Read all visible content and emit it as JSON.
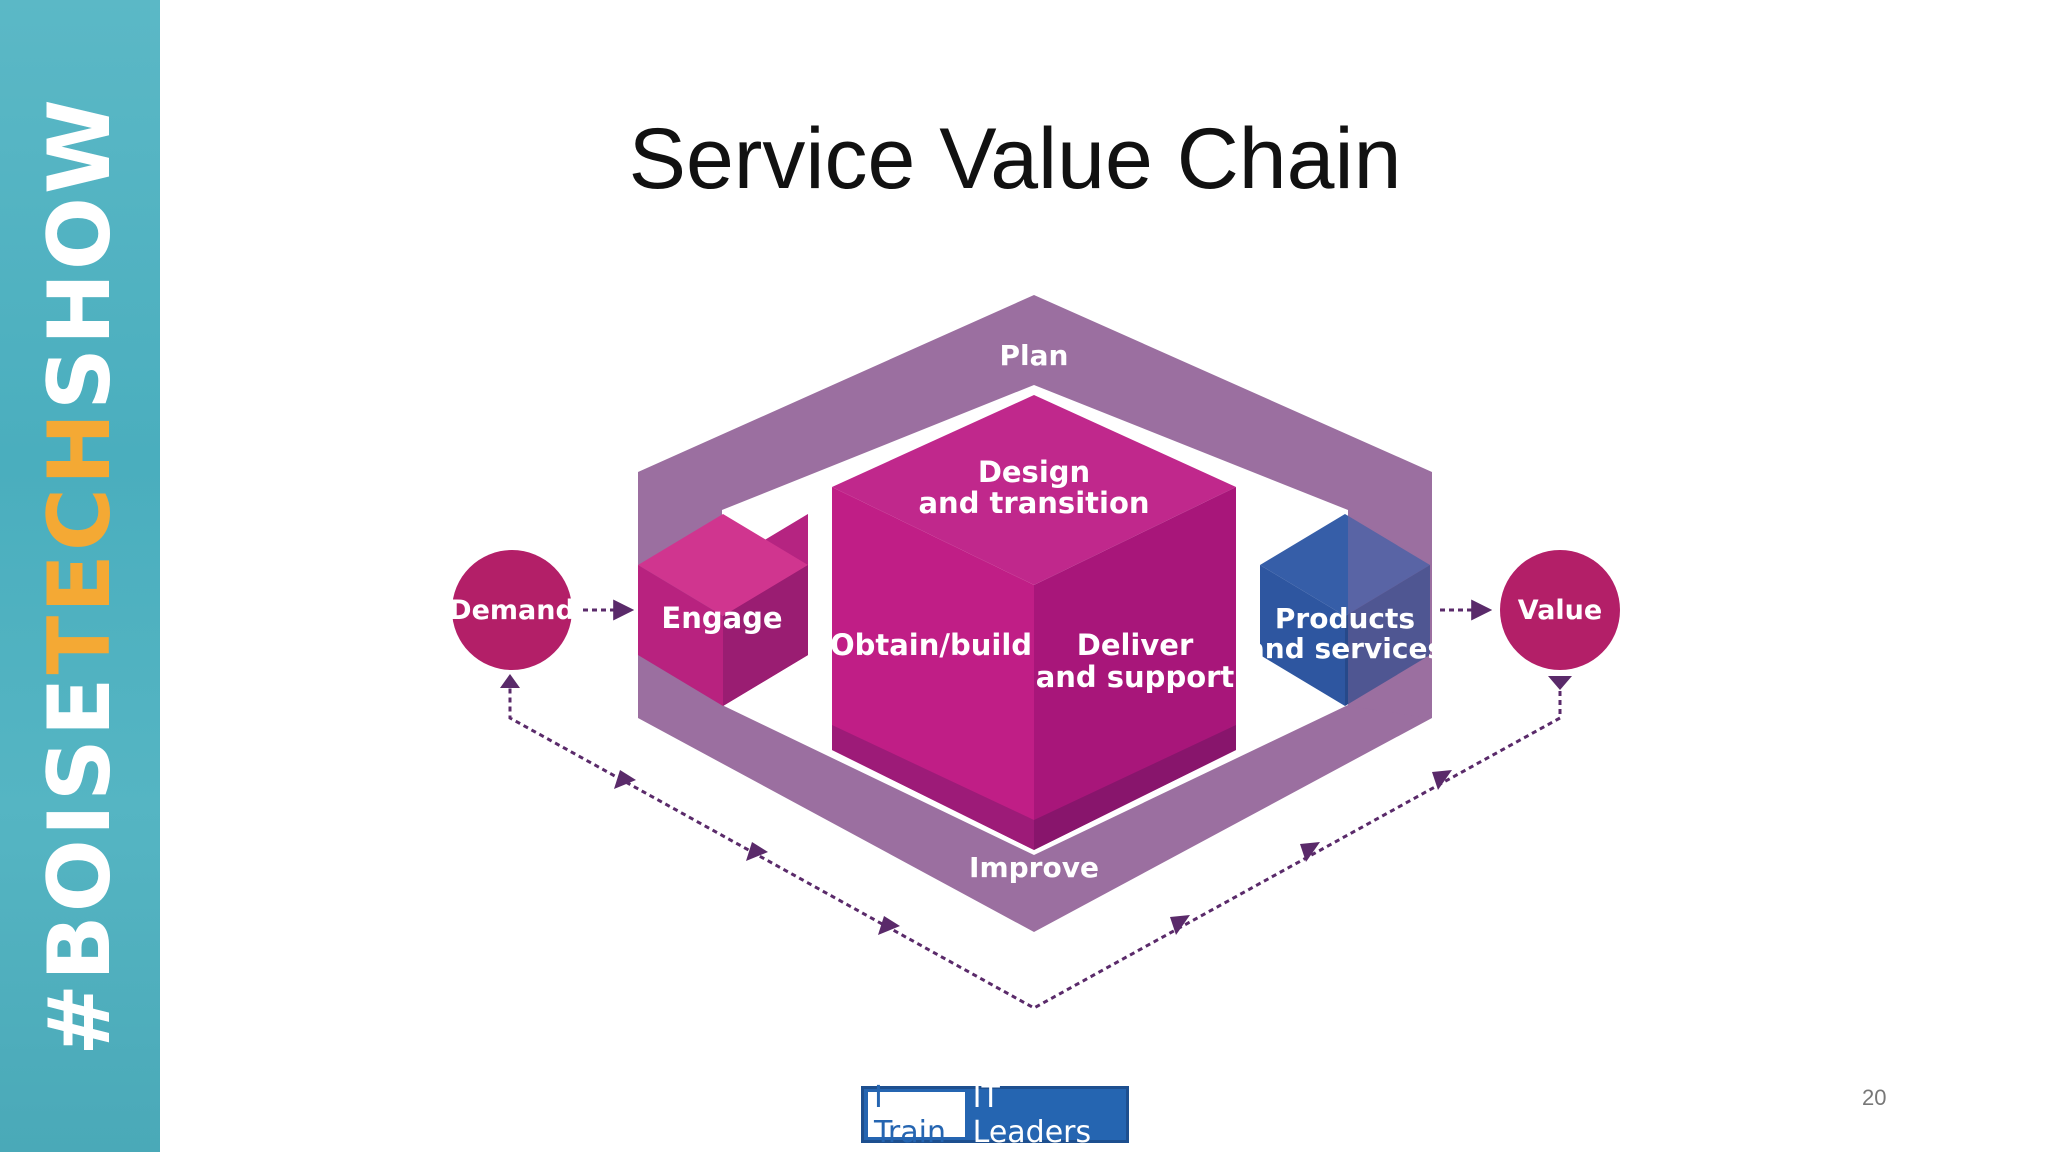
{
  "sidebar": {
    "hashtag_prefix": "#BOISE",
    "hashtag_accent": "TECH",
    "hashtag_suffix": "SHOW"
  },
  "slide": {
    "title": "Service Value Chain",
    "page_number": "20"
  },
  "diagram": {
    "plan": "Plan",
    "improve": "Improve",
    "engage": "Engage",
    "design_line1": "Design",
    "design_line2": "and transition",
    "obtain": "Obtain/build",
    "deliver_line1": "Deliver",
    "deliver_line2": "and support",
    "products_line1": "Products",
    "products_line2": "and services",
    "demand": "Demand",
    "value": "Value"
  },
  "logo": {
    "left": "I Train",
    "right": "IT Leaders"
  },
  "colors": {
    "sidebar": "#4aaebe",
    "accent": "#f4a934",
    "frame": "#9b6fa0",
    "magenta": "#c01e86",
    "blue": "#2e56a0",
    "circle": "#b31f68",
    "arrow": "#5a2a6a"
  }
}
